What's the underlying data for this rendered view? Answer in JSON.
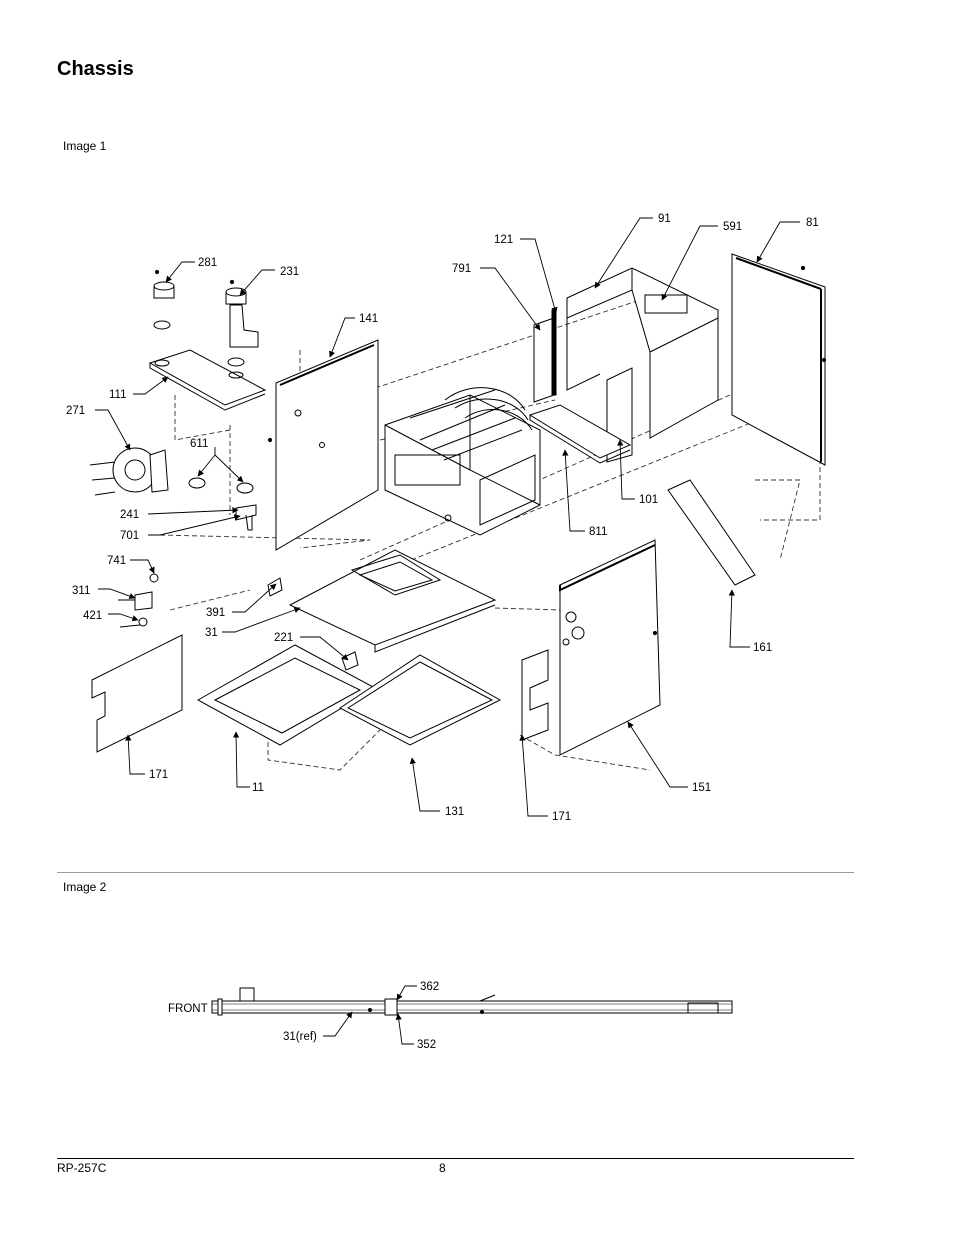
{
  "page": {
    "title": "Chassis",
    "doc_id": "RP-257C",
    "page_number": "8"
  },
  "image1": {
    "label": "Image 1",
    "callouts": [
      {
        "id": "c81",
        "text": "81"
      },
      {
        "id": "c91",
        "text": "91"
      },
      {
        "id": "c591",
        "text": "591"
      },
      {
        "id": "c121",
        "text": "121"
      },
      {
        "id": "c791",
        "text": "791"
      },
      {
        "id": "c281",
        "text": "281"
      },
      {
        "id": "c231",
        "text": "231"
      },
      {
        "id": "c141",
        "text": "141"
      },
      {
        "id": "c111",
        "text": "111"
      },
      {
        "id": "c271",
        "text": "271"
      },
      {
        "id": "c611",
        "text": "611"
      },
      {
        "id": "c241",
        "text": "241"
      },
      {
        "id": "c701",
        "text": "701"
      },
      {
        "id": "c741",
        "text": "741"
      },
      {
        "id": "c311",
        "text": "311"
      },
      {
        "id": "c421",
        "text": "421"
      },
      {
        "id": "c391",
        "text": "391"
      },
      {
        "id": "c31",
        "text": "31"
      },
      {
        "id": "c221",
        "text": "221"
      },
      {
        "id": "c101",
        "text": "101"
      },
      {
        "id": "c811",
        "text": "811"
      },
      {
        "id": "c161",
        "text": "161"
      },
      {
        "id": "c151",
        "text": "151"
      },
      {
        "id": "c171a",
        "text": "171"
      },
      {
        "id": "c11",
        "text": "11"
      },
      {
        "id": "c131",
        "text": "131"
      },
      {
        "id": "c171b",
        "text": "171"
      }
    ]
  },
  "image2": {
    "label": "Image 2",
    "front_label": "FRONT",
    "callouts": [
      {
        "id": "c362",
        "text": "362"
      },
      {
        "id": "c31ref",
        "text": "31(ref)"
      },
      {
        "id": "c352",
        "text": "352"
      }
    ]
  }
}
